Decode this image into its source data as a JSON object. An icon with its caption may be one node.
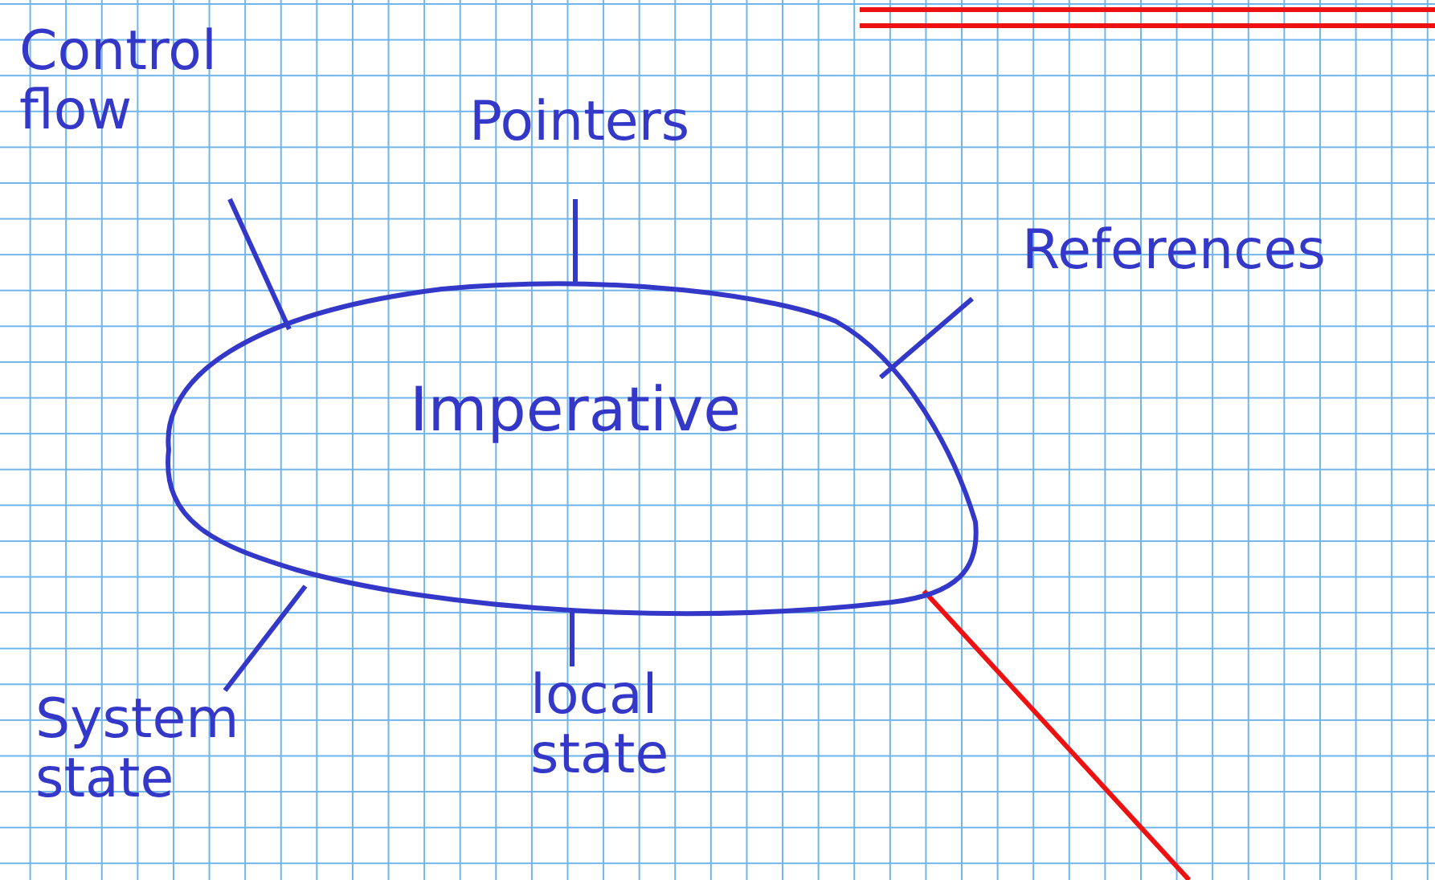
{
  "diagram": {
    "nodes": [
      {
        "text": [
          "Imperative"
        ]
      },
      {
        "text": [
          "Control flow"
        ]
      },
      {
        "text": [
          "Pointers"
        ]
      },
      {
        "text": [
          "References"
        ]
      },
      {
        "text": [
          "System state"
        ]
      },
      {
        "text": [
          "local state"
        ]
      }
    ],
    "edges": [
      {
        "from": 1,
        "to": 0,
        "arrow": "none"
      },
      {
        "from": 2,
        "to": 0,
        "arrow": "none"
      },
      {
        "from": 3,
        "to": 0,
        "arrow": "none"
      },
      {
        "from": 4,
        "to": 0,
        "arrow": "none"
      },
      {
        "from": 5,
        "to": 0,
        "arrow": "none"
      },
      {
        "from": 0,
        "to": null,
        "arrow": "none",
        "color": "#ee1111"
      }
    ]
  }
}
